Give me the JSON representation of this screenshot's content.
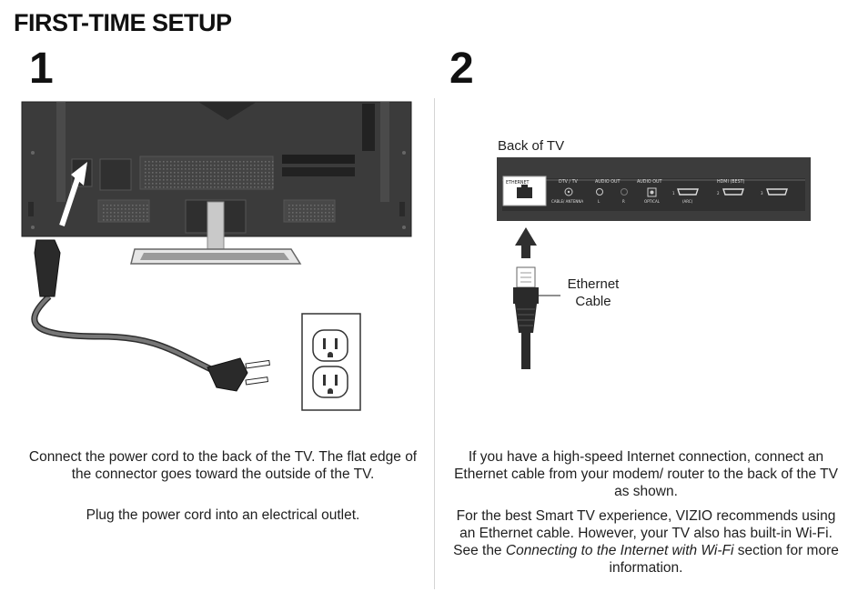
{
  "page": {
    "title": "FIRST-TIME SETUP"
  },
  "step1": {
    "number": "1",
    "paragraphs": [
      "Connect the power cord to the back of the TV. The flat edge of the connector goes toward the outside of the TV.",
      "Plug the power cord into an electrical outlet."
    ]
  },
  "step2": {
    "number": "2",
    "back_of_tv_label": "Back of TV",
    "ethernet_cable_label_line1": "Ethernet",
    "ethernet_cable_label_line2": "Cable",
    "ports": {
      "ethernet": "ETHERNET",
      "dtv": "DTV / TV",
      "dtv_sub": "CABLE/ ANTENNA",
      "audio_out": "AUDIO OUT",
      "audio_l": "L",
      "audio_r": "R",
      "audio_out_optical": "AUDIO OUT",
      "optical": "OPTICAL",
      "hdmi": "HDMI (BEST)",
      "hdmi_1": "1",
      "hdmi_2": "2",
      "hdmi_3": "3",
      "arc": "(ARC)"
    },
    "paragraph1": "If you have a high-speed Internet connection, connect an Ethernet cable from your modem/ router to the back of the TV as shown.",
    "paragraph2_part1": "For the best Smart TV experience, VIZIO recommends using an Ethernet cable. However, your TV also has built-in Wi-Fi. See the ",
    "paragraph2_italic": "Connecting to the Internet with Wi-Fi",
    "paragraph2_part2": " section for more information."
  }
}
